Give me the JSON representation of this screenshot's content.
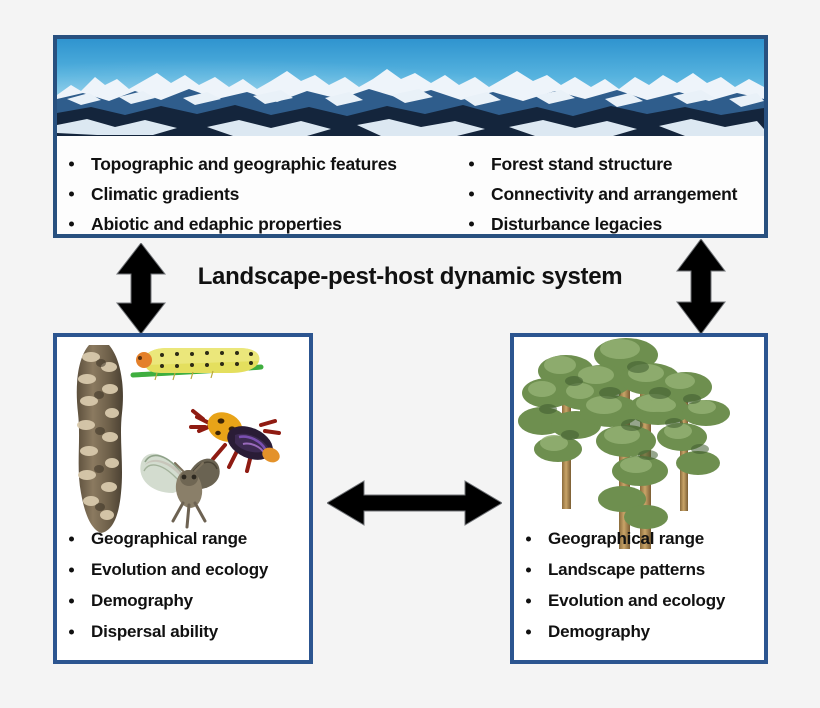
{
  "figure": {
    "caption": "Landscape-pest-host dynamic system",
    "background_color": "#f4f4f4",
    "box_border_color": "#2c5590",
    "top_box_border_color": "#28507f"
  },
  "landscape_box": {
    "name": "landscape-box",
    "image": "snow-capped-mountain-range-photo",
    "column_left": [
      "Topographic and geographic features",
      "Climatic gradients",
      "Abiotic and edaphic properties"
    ],
    "column_right": [
      "Forest stand structure",
      "Connectivity and arrangement",
      "Disturbance legacies"
    ]
  },
  "pest_box": {
    "name": "pest-box",
    "images": [
      "bark-egg-mass-photo",
      "yellow-caterpillar-larva-photo",
      "orange-black-bark-beetle-photo",
      "moth-photo"
    ],
    "items": [
      "Geographical range",
      "Evolution and ecology",
      "Demography",
      "Dispersal ability"
    ]
  },
  "host_box": {
    "name": "host-box",
    "images": [
      "pine-trees-illustration"
    ],
    "items": [
      "Geographical range",
      "Landscape patterns",
      "Evolution and ecology",
      "Demography"
    ]
  },
  "arrows": [
    {
      "name": "arrow-landscape-pest",
      "direction": "vertical-double"
    },
    {
      "name": "arrow-landscape-host",
      "direction": "vertical-double"
    },
    {
      "name": "arrow-pest-host",
      "direction": "horizontal-double"
    }
  ]
}
